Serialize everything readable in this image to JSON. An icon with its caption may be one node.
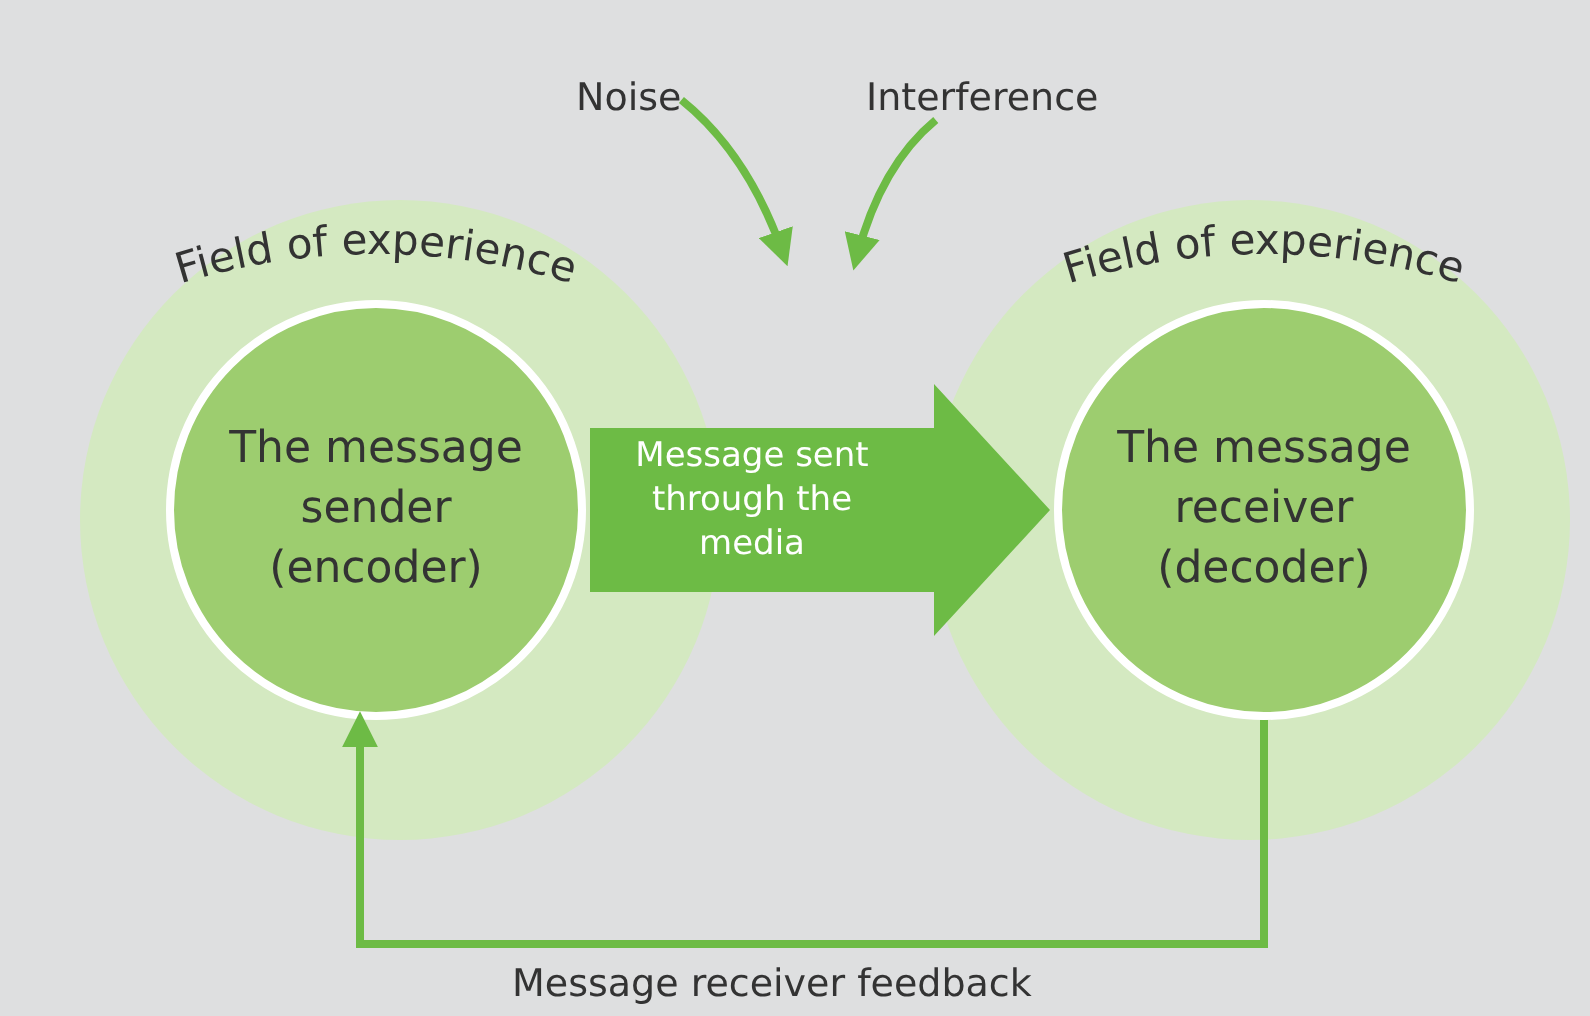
{
  "diagram": {
    "nodes": [
      {
        "text": [
          "Field of experience"
        ]
      },
      {
        "text": [
          "The message sender (encoder)"
        ],
        "in": 0
      },
      {
        "text": [
          "Field of experience"
        ]
      },
      {
        "text": [
          "The message receiver (decoder)"
        ],
        "in": 2
      },
      {
        "text": [
          "Noise"
        ]
      },
      {
        "text": [
          "Interference"
        ]
      }
    ],
    "edges": [
      {
        "from": 4,
        "to": null,
        "arrow": "to"
      },
      {
        "from": 5,
        "to": null,
        "arrow": "to"
      },
      {
        "from": 1,
        "to": 3,
        "arrow": "to",
        "label": "Message sent through the media",
        "style": "thick"
      },
      {
        "from": 3,
        "to": 1,
        "arrow": "to",
        "label": "Message receiver feedback"
      }
    ]
  }
}
